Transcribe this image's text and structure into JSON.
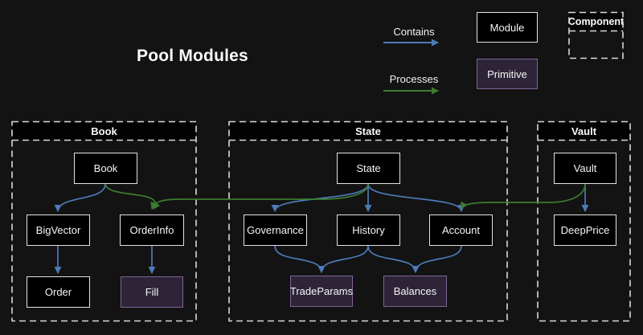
{
  "title": "Pool Modules",
  "legend": {
    "contains_label": "Contains",
    "processes_label": "Processes",
    "module_label": "Module",
    "primitive_label": "Primitive",
    "component_label": "Component"
  },
  "containers": [
    {
      "id": "book",
      "label": "Book"
    },
    {
      "id": "state",
      "label": "State"
    },
    {
      "id": "vault",
      "label": "Vault"
    }
  ],
  "nodes": [
    {
      "id": "book",
      "label": "Book",
      "kind": "module",
      "container": "book"
    },
    {
      "id": "bigvector",
      "label": "BigVector",
      "kind": "module",
      "container": "book"
    },
    {
      "id": "orderinfo",
      "label": "OrderInfo",
      "kind": "module",
      "container": "book"
    },
    {
      "id": "order",
      "label": "Order",
      "kind": "module",
      "container": "book"
    },
    {
      "id": "fill",
      "label": "Fill",
      "kind": "primitive",
      "container": "book"
    },
    {
      "id": "state",
      "label": "State",
      "kind": "module",
      "container": "state"
    },
    {
      "id": "governance",
      "label": "Governance",
      "kind": "module",
      "container": "state"
    },
    {
      "id": "history",
      "label": "History",
      "kind": "module",
      "container": "state"
    },
    {
      "id": "account",
      "label": "Account",
      "kind": "module",
      "container": "state"
    },
    {
      "id": "tradeparams",
      "label": "TradeParams",
      "kind": "primitive",
      "container": "state"
    },
    {
      "id": "balances",
      "label": "Balances",
      "kind": "primitive",
      "container": "state"
    },
    {
      "id": "vault",
      "label": "Vault",
      "kind": "module",
      "container": "vault"
    },
    {
      "id": "deepprice",
      "label": "DeepPrice",
      "kind": "module",
      "container": "vault"
    }
  ],
  "edges": [
    {
      "from": "Book",
      "to": "BigVector",
      "type": "contains"
    },
    {
      "from": "BigVector",
      "to": "Order",
      "type": "contains"
    },
    {
      "from": "OrderInfo",
      "to": "Fill",
      "type": "contains"
    },
    {
      "from": "State",
      "to": "Governance",
      "type": "contains"
    },
    {
      "from": "State",
      "to": "History",
      "type": "contains"
    },
    {
      "from": "State",
      "to": "Account",
      "type": "contains"
    },
    {
      "from": "Governance",
      "to": "TradeParams",
      "type": "contains"
    },
    {
      "from": "History",
      "to": "TradeParams",
      "type": "contains"
    },
    {
      "from": "History",
      "to": "Balances",
      "type": "contains"
    },
    {
      "from": "Account",
      "to": "Balances",
      "type": "contains"
    },
    {
      "from": "Vault",
      "to": "DeepPrice",
      "type": "contains"
    },
    {
      "from": "Book",
      "to": "OrderInfo",
      "type": "processes"
    },
    {
      "from": "State",
      "to": "OrderInfo",
      "type": "processes"
    },
    {
      "from": "Vault",
      "to": "Account",
      "type": "processes"
    }
  ],
  "colors": {
    "contains_arrow": "#4d7ab8",
    "processes_arrow": "#3e7c2f",
    "module_fill": "#000000",
    "module_border": "#e3e3e3",
    "primitive_fill": "#2e2438",
    "primitive_border": "#7e6496",
    "container_dash": "#d9d9d9",
    "background": "#131313"
  }
}
